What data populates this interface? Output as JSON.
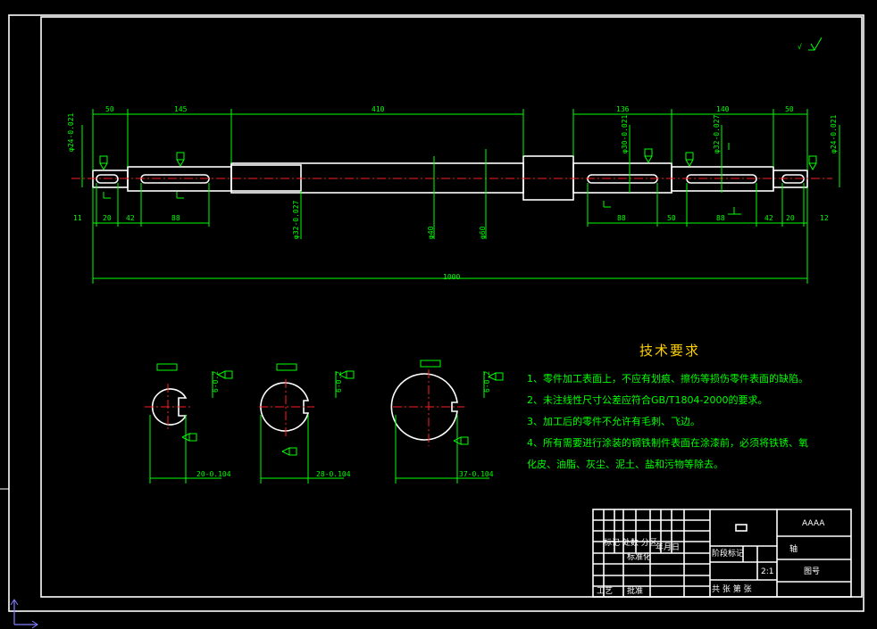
{
  "colors": {
    "background": "#000000",
    "outline": "#ffffff",
    "dimension": "#00ff00",
    "centerline": "#ff2020",
    "title": "#ffd200",
    "cursor": "#8080ff"
  },
  "dims": {
    "top": [
      "50",
      "145",
      "410",
      "136",
      "140",
      "50"
    ],
    "bottom_left": [
      "11",
      "20",
      "42",
      "88"
    ],
    "bottom_right": [
      "88",
      "50",
      "88",
      "42",
      "20",
      "12"
    ],
    "total": "1000",
    "diam_left": "φ24-0.021",
    "diam_right": "φ24-0.021",
    "diam_mid_left": "φ32-0.027",
    "diam_40": "φ40",
    "diam_60": "φ60",
    "diam_r1": "φ30-0.021",
    "diam_r2": "φ32-0.027"
  },
  "sections": [
    {
      "width_label": "20-0.104",
      "depth_label": "6-0.2"
    },
    {
      "width_label": "28-0.104",
      "depth_label": "6-0.2"
    },
    {
      "width_label": "37-0.104",
      "depth_label": "6-0.2"
    }
  ],
  "requirements": {
    "title": "技术要求",
    "lines": [
      "1、零件加工表面上，不应有划痕、擦伤等损伤零件表面的缺陷。",
      "2、未注线性尺寸公差应符合GB/T1804-2000的要求。",
      "3、加工后的零件不允许有毛刺、飞边。",
      "4、所有需要进行涂装的钢铁制件表面在涂漆前，必须将铁锈、氧",
      "化皮、油脂、灰尘、泥土、盐和污物等除去。"
    ]
  },
  "title_block": {
    "company": "AAAA",
    "part_name": "轴",
    "drawing_no": "图号",
    "scale": "2:1"
  }
}
